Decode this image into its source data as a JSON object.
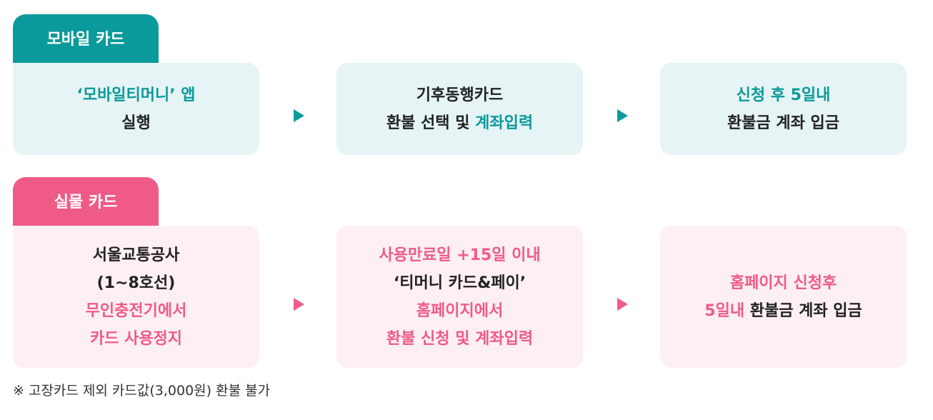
{
  "mobile": {
    "tab_label": "모바일 카드",
    "step1": {
      "line1": "‘모바일티머니’ 앱",
      "line2": "실행"
    },
    "step2": {
      "line1": "기후동행카드",
      "line2_a": "환불 선택 및 ",
      "line2_b": "계좌입력"
    },
    "step3": {
      "line1": "신청 후 5일내",
      "line2": "환불금 계좌 입금"
    }
  },
  "physical": {
    "tab_label": "실물 카드",
    "step1": {
      "line1": "서울교통공사",
      "line2": "(1~8호선)",
      "line3": "무인충전기에서",
      "line4": "카드 사용정지"
    },
    "step2": {
      "line1": "사용만료일 +15일 이내",
      "line2": "‘티머니 카드&페이’",
      "line3": "홈페이지에서",
      "line4": "환불 신청 및 계좌입력"
    },
    "step3": {
      "line1": "홈페이지 신청후",
      "line2_a": "5일내",
      "line2_b": " 환불금 계좌 입금"
    }
  },
  "footnote": "※ 고장카드 제외 카드값(3,000원) 환불 불가",
  "colors": {
    "teal": "#0b9a9b",
    "pink": "#ef5b86",
    "teal_bg": "#e6f4f5",
    "pink_bg": "#fdeff3"
  },
  "icons": [
    "arrow-right-icon"
  ]
}
